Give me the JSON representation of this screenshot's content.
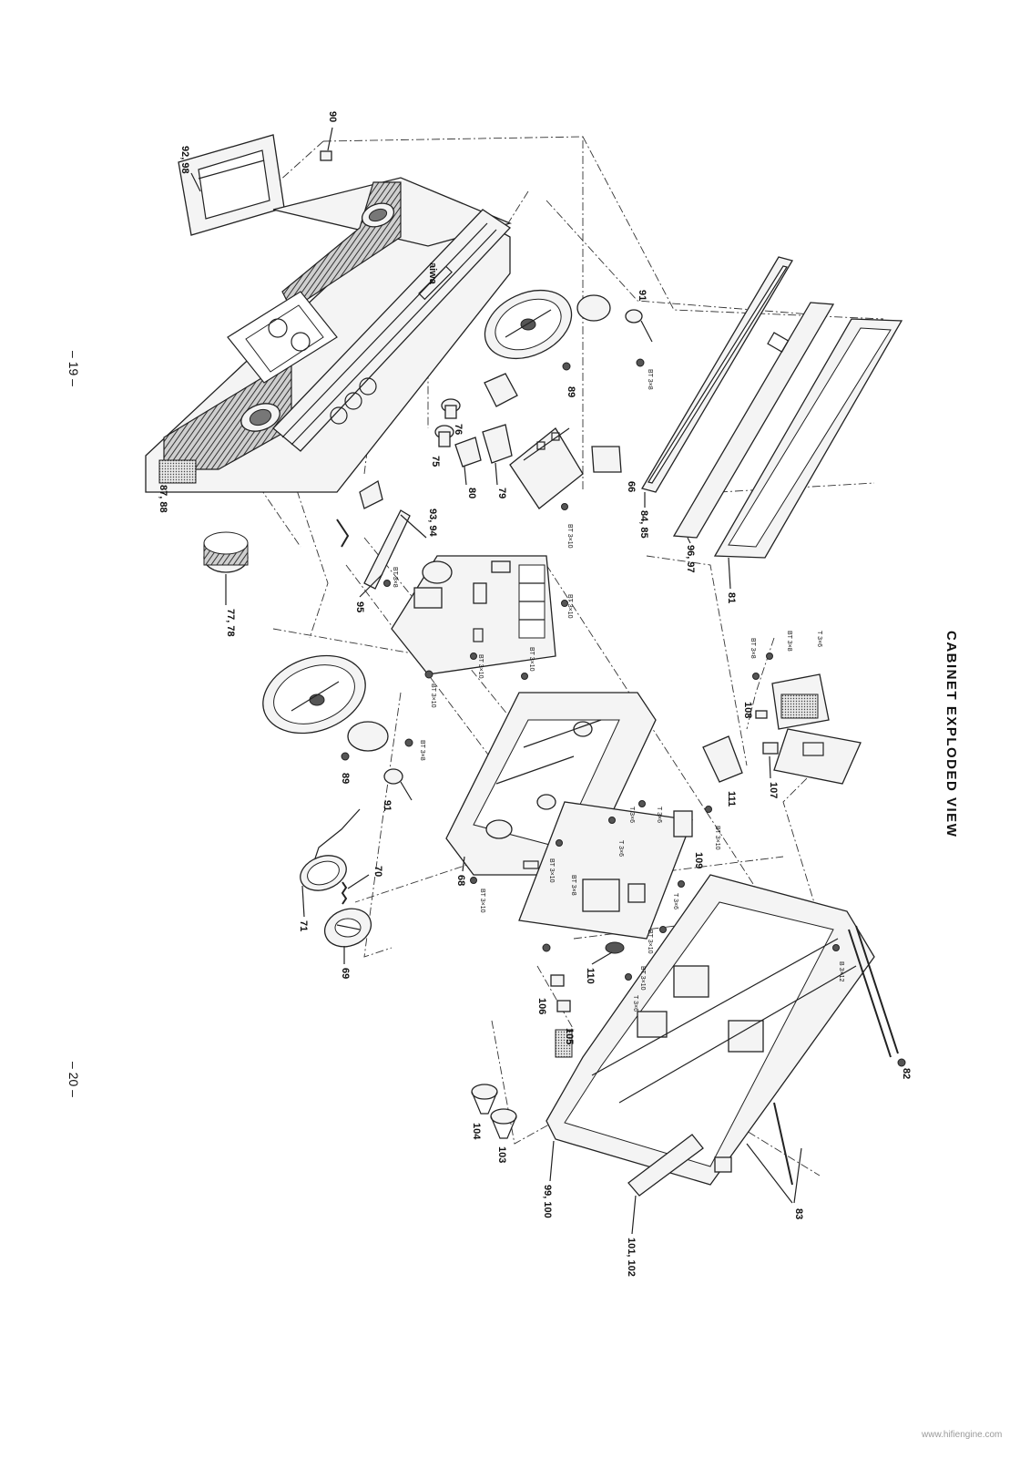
{
  "page": {
    "title": "CABINET EXPLODED VIEW",
    "page_left": "– 19 –",
    "page_right": "– 20 –",
    "watermark": "www.hifiengine.com"
  },
  "callouts": {
    "c90": "90",
    "c92_98": "92, 98",
    "c91a": "91",
    "c89a": "89",
    "c76": "76",
    "c75": "75",
    "c80": "80",
    "c79": "79",
    "c66": "66",
    "c84_85": "84, 85",
    "c96_97": "96, 97",
    "c81": "81",
    "c87_88": "87, 88",
    "c93_94": "93, 94",
    "c95": "95",
    "c77_78": "77, 78",
    "c89b": "89",
    "c91b": "91",
    "c70": "70",
    "c71": "71",
    "c69": "69",
    "c68": "68",
    "c108": "108",
    "c107": "107",
    "c111": "111",
    "c109": "109",
    "c110": "110",
    "c106": "106",
    "c105": "105",
    "c104": "104",
    "c103": "103",
    "c99_100": "99, 100",
    "c101_102": "101, 102",
    "c82": "82",
    "c83": "83"
  },
  "screws": {
    "s1": "BT 3×8",
    "s2": "BT 3×10",
    "s3": "BT 3×10",
    "s4": "BT 3×10",
    "s5": "BT 3×10",
    "s6": "BT 3×10",
    "s7": "BT 3×8",
    "s8": "T 3×6",
    "s9": "BT 3×8",
    "s10": "BT 3×8",
    "s11": "T 3×6",
    "s12": "T 3×6",
    "s13": "T 3×6",
    "s14": "BT 3×10",
    "s15": "BT 3×8",
    "s16": "BT 3×10",
    "s17": "T 3×6",
    "s18": "BT 3×10",
    "s19": "BT 3×10",
    "s20": "T 3×6",
    "s21": "B 3×12",
    "s22": "BT 3×8",
    "s23": "BT 3×10"
  }
}
